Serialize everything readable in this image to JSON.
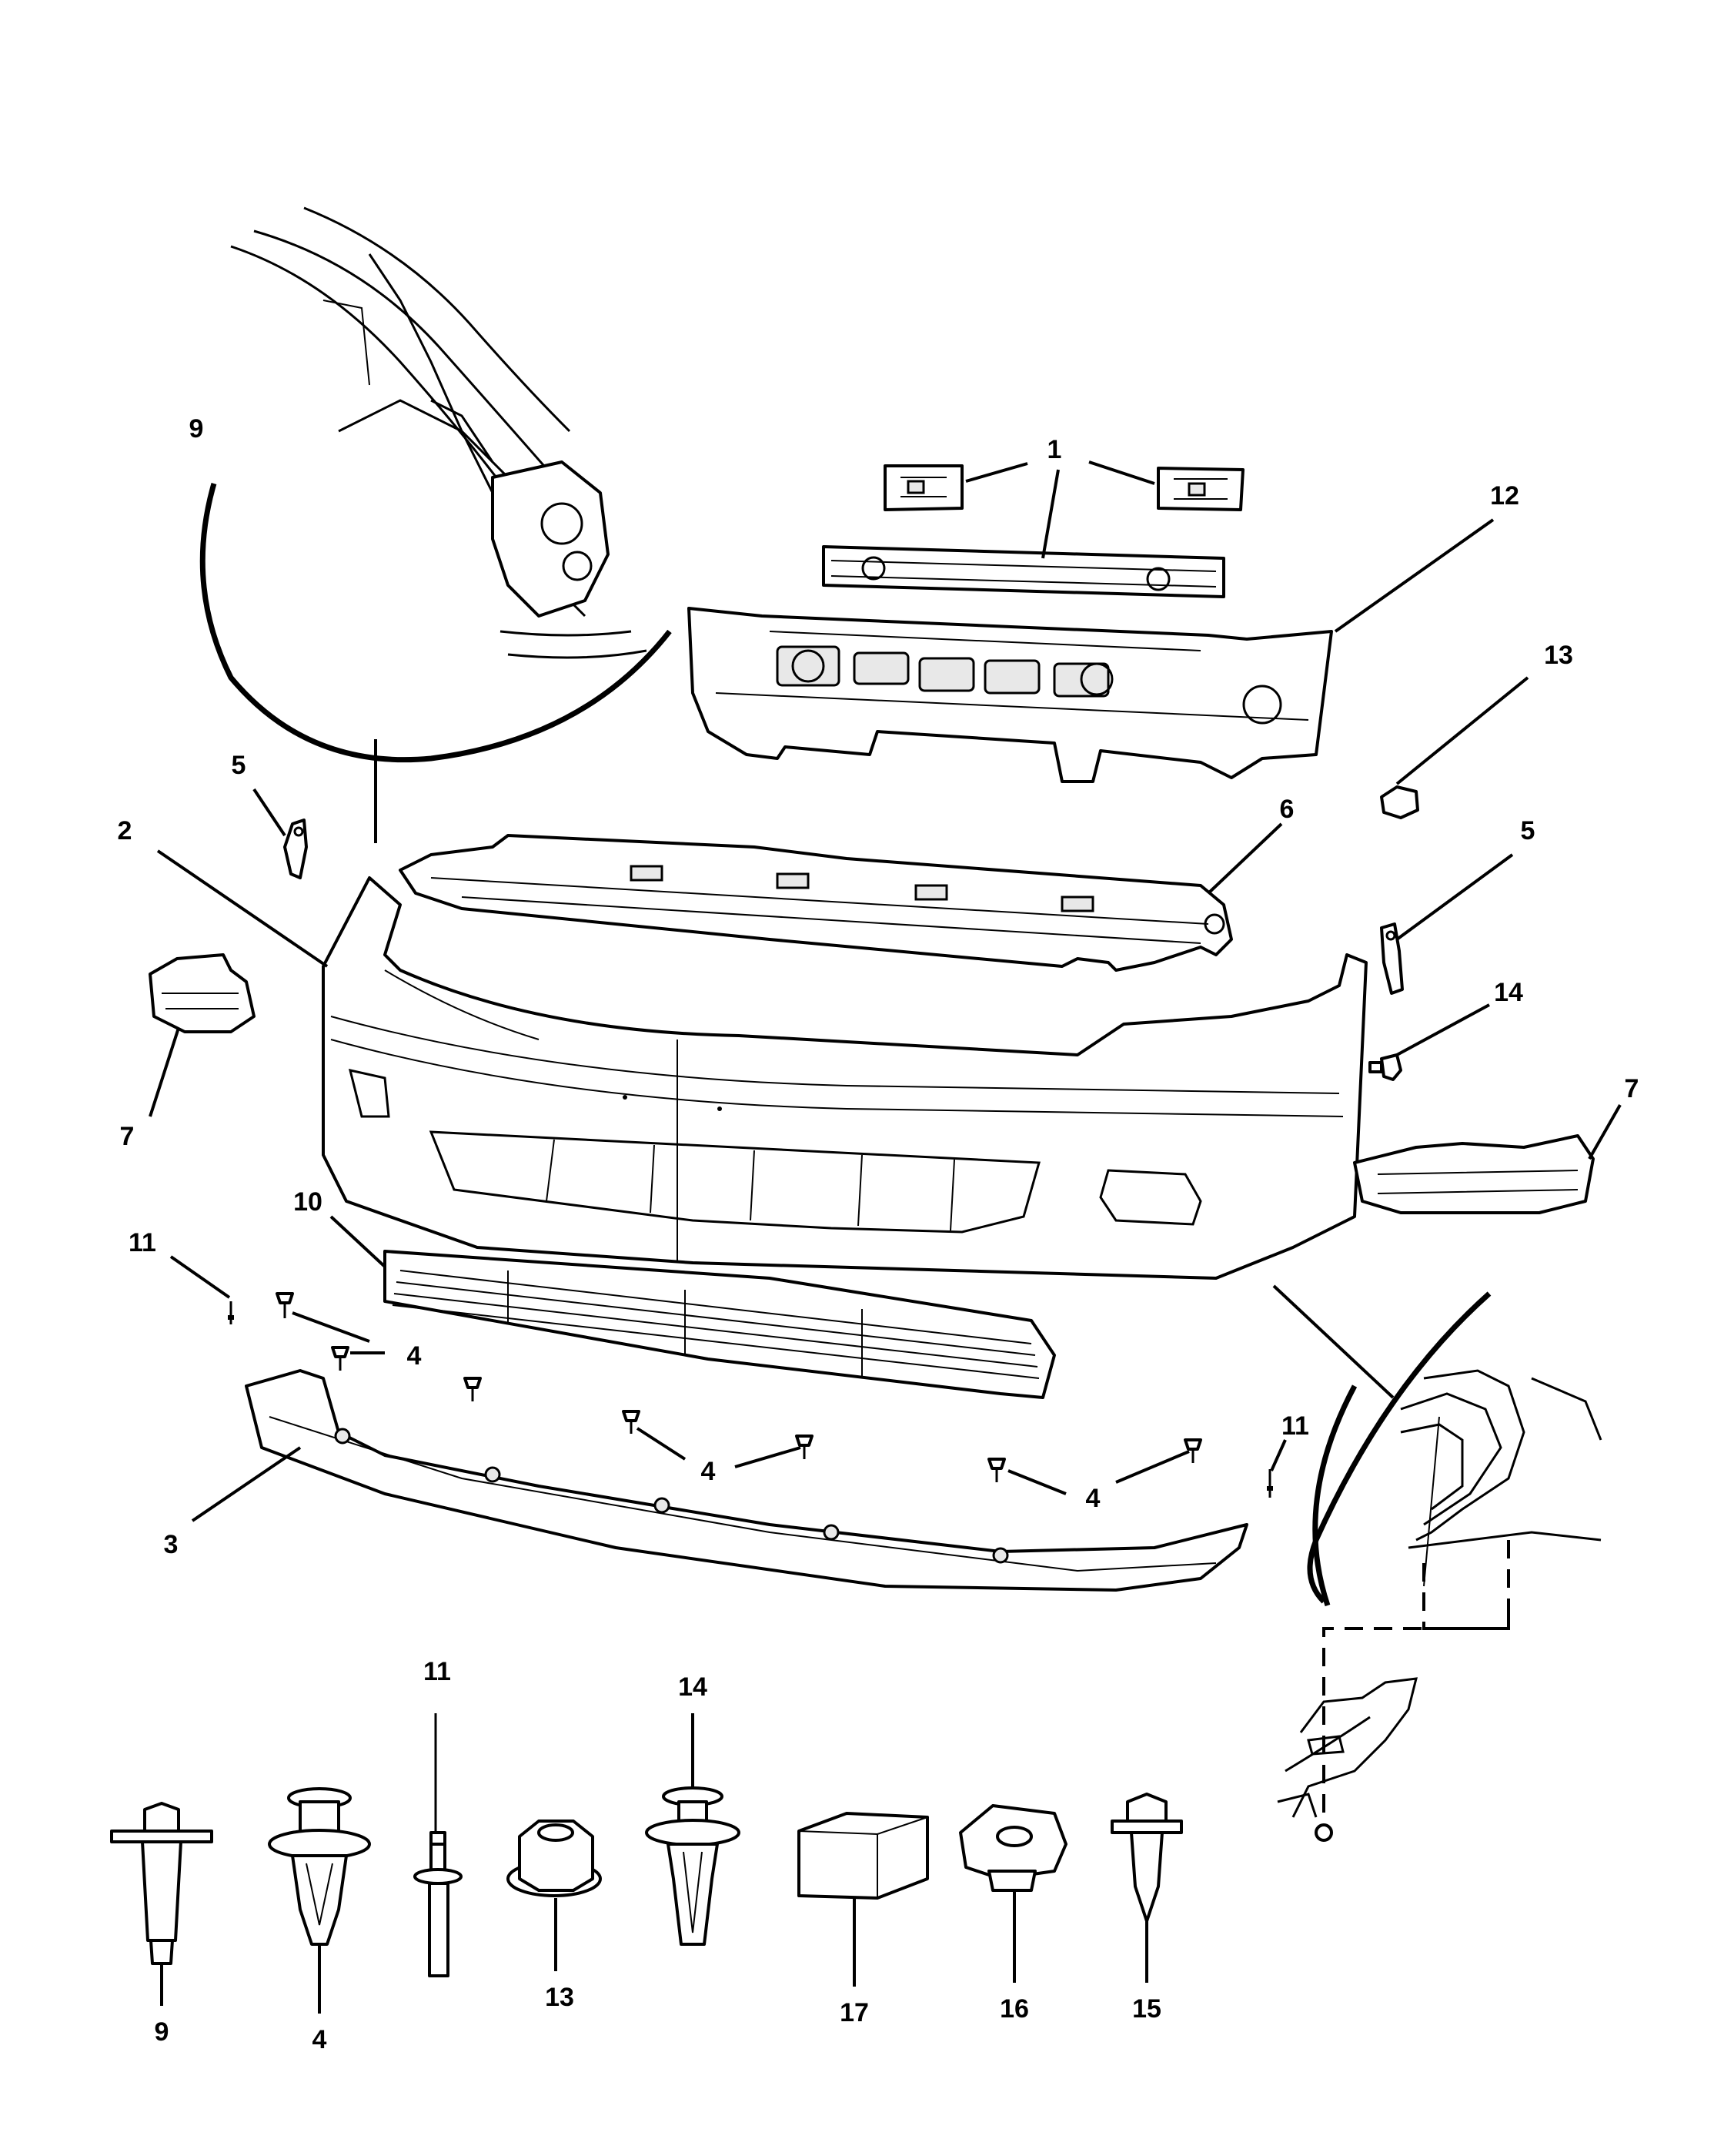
{
  "callouts": {
    "c1": "1",
    "c2": "2",
    "c3": "3",
    "c4a": "4",
    "c4b": "4",
    "c4c": "4",
    "c5a": "5",
    "c5b": "5",
    "c6": "6",
    "c7a": "7",
    "c7b": "7",
    "c9a": "9",
    "c10": "10",
    "c11a": "11",
    "c11b": "11",
    "c12": "12",
    "c13a": "13",
    "c14a": "14"
  },
  "legend": {
    "fastener_9": "9",
    "fastener_4": "4",
    "fastener_11": "11",
    "fastener_13": "13",
    "fastener_14": "14",
    "fastener_17": "17",
    "fastener_16": "16",
    "fastener_15": "15"
  }
}
